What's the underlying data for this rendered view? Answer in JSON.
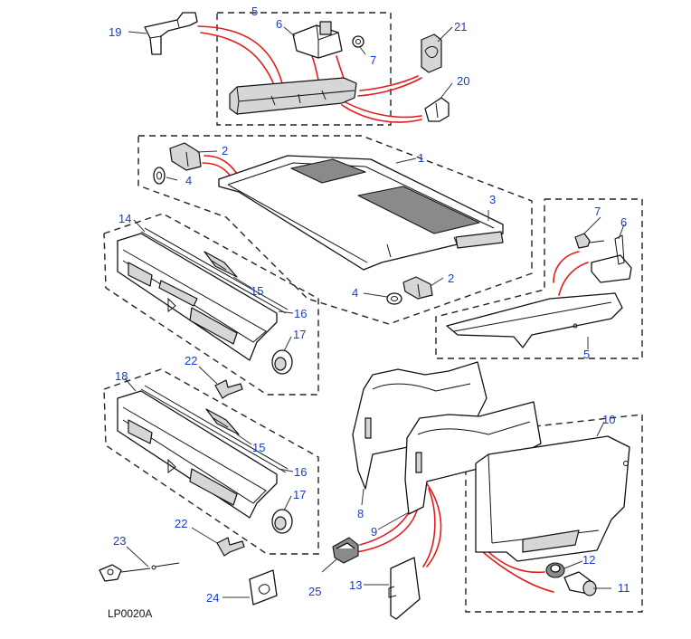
{
  "colors": {
    "callout": "#1a3cc8",
    "leader_red": "#e41b1b",
    "line": "#111111"
  },
  "reference": "LP0020A",
  "callouts": {
    "c1": "1",
    "c2a": "2",
    "c2b": "2",
    "c3": "3",
    "c4a": "4",
    "c4b": "4",
    "c5a": "5",
    "c5b": "5",
    "c6a": "6",
    "c6b": "6",
    "c7a": "7",
    "c7b": "7",
    "c8": "8",
    "c9": "9",
    "c10": "10",
    "c11": "11",
    "c12": "12",
    "c13": "13",
    "c14": "14",
    "c15a": "15",
    "c15b": "15",
    "c16a": "16",
    "c16b": "16",
    "c17a": "17",
    "c17b": "17",
    "c18": "18",
    "c19": "19",
    "c20": "20",
    "c21": "21",
    "c22a": "22",
    "c22b": "22",
    "c23": "23",
    "c24": "24",
    "c25": "25"
  }
}
